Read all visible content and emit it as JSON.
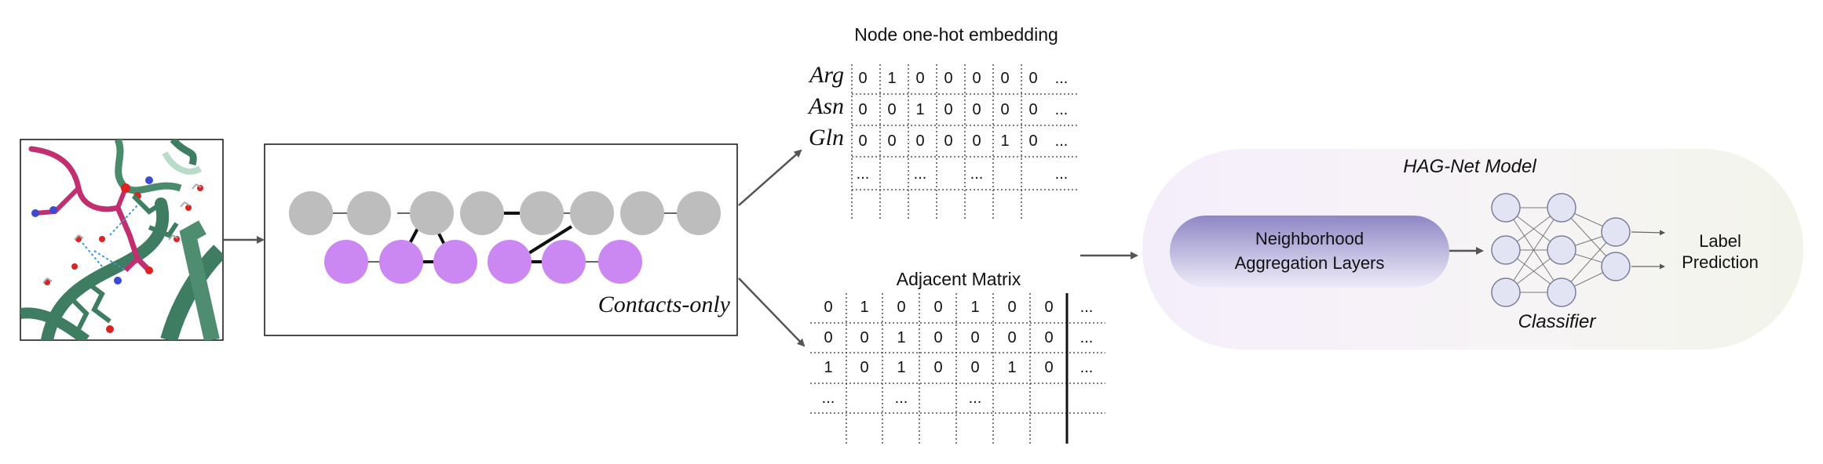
{
  "molecule_image": {
    "icon": "protein-structure-illustration"
  },
  "graph_panel": {
    "label": "Contacts-only",
    "top_node_color": "#bdbdbd",
    "bottom_node_color": "#cc88f2",
    "top_node_count": 8,
    "bottom_node_count": 6
  },
  "embedding": {
    "title": "Node one-hot embedding",
    "row_labels": [
      "Arg",
      "Asn",
      "Gln"
    ],
    "rows": [
      [
        "0",
        "1",
        "0",
        "0",
        "0",
        "0",
        "0",
        "..."
      ],
      [
        "0",
        "0",
        "1",
        "0",
        "0",
        "0",
        "0",
        "..."
      ],
      [
        "0",
        "0",
        "0",
        "0",
        "0",
        "1",
        "0",
        "..."
      ],
      [
        "...",
        "",
        "...",
        "",
        "...",
        "",
        "",
        "..."
      ]
    ]
  },
  "adjacency": {
    "title": "Adjacent Matrix",
    "rows": [
      [
        "0",
        "1",
        "0",
        "0",
        "1",
        "0",
        "0",
        "..."
      ],
      [
        "0",
        "0",
        "1",
        "0",
        "0",
        "0",
        "0",
        "..."
      ],
      [
        "1",
        "0",
        "1",
        "0",
        "0",
        "1",
        "0",
        "..."
      ],
      [
        "...",
        "",
        "...",
        "",
        "...",
        "",
        "",
        ""
      ]
    ]
  },
  "model": {
    "title": "HAG-Net Model",
    "layer_label_line1": "Neighborhood",
    "layer_label_line2": "Aggregation Layers",
    "classifier_label": "Classifier",
    "output_label_line1": "Label",
    "output_label_line2": "Prediction",
    "layer_color_top": "#8f87c6",
    "layer_color_bottom": "#eeecf8",
    "neuron_fill": "#e2e4f4",
    "neuron_stroke": "#7a7f9a"
  }
}
